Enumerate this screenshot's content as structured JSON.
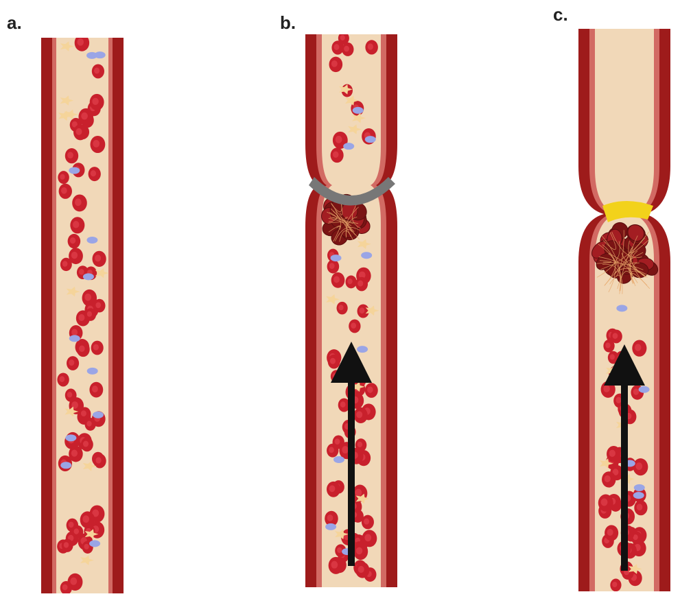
{
  "panels": [
    {
      "label": "a.",
      "constriction": "none",
      "plug_color": "",
      "arrow": false
    },
    {
      "label": "b.",
      "constriction": "partial",
      "plug_color": "#777777",
      "arrow": true
    },
    {
      "label": "c.",
      "constriction": "full",
      "plug_color": "#f2d21b",
      "arrow": true
    }
  ],
  "colors": {
    "vessel_wall": "#9e1b1b",
    "vessel_wall_inner": "#d26a63",
    "lumen": "#f1d8b8",
    "red_blood_cell": "#c8202c",
    "white_blood_cell": "#9aa5e6",
    "platelet": "#f5d49a",
    "clot": "#7a1414",
    "arrow": "#111111"
  },
  "icons": [
    "red-blood-cell-icon",
    "white-blood-cell-icon",
    "platelet-icon",
    "clot-icon",
    "flow-arrow-icon"
  ]
}
